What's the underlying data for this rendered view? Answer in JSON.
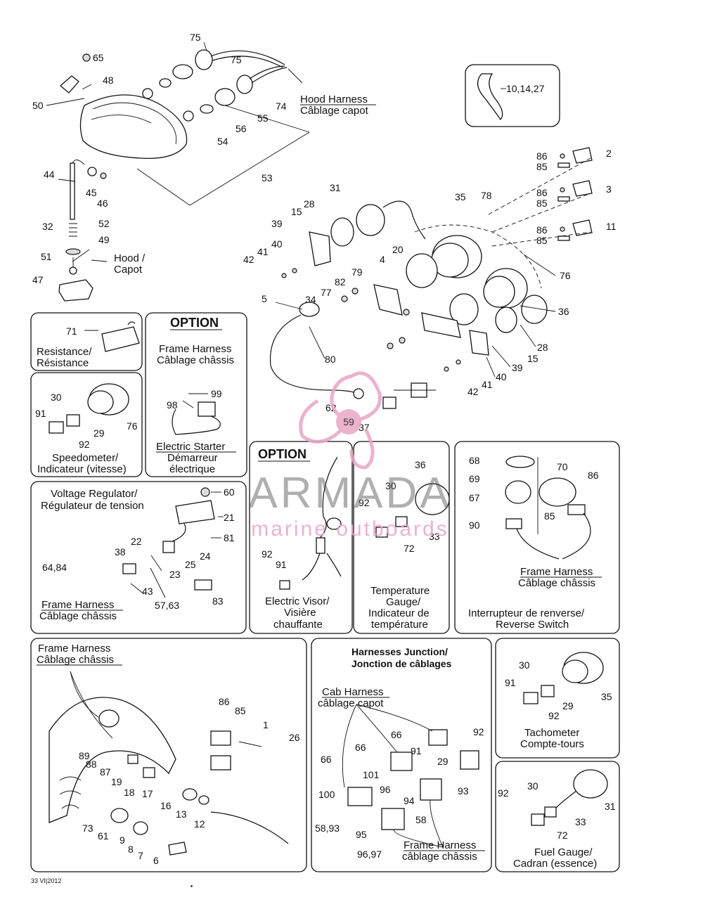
{
  "labels": {
    "hood_harness": "Hood Harness",
    "hood_harness_fr": "Câblage capot",
    "hood": "Hood /",
    "hood_fr": "Capot",
    "resistance": "Resistance/",
    "resistance_fr": "Résistance",
    "option": "OPTION",
    "frame_harness": "Frame Harness",
    "frame_harness_fr": "Câblage châssis",
    "electric_starter": "Electric Starter",
    "electric_starter_fr1": "Démarreur",
    "electric_starter_fr2": "électrique",
    "speedometer": "Speedometer/",
    "speedometer_fr": "Indicateur (vitesse)",
    "voltage_regulator": "Voltage Regulator/",
    "voltage_regulator_fr": "Régulateur de tension",
    "electric_visor": "Electric Visor/",
    "electric_visor_fr1": "Visière",
    "electric_visor_fr2": "chauffante",
    "temperature_gauge1": "Temperature",
    "temperature_gauge2": "Gauge/",
    "temperature_gauge_fr1": "Indicateur de",
    "temperature_gauge_fr2": "température",
    "reverse_switch_fr": "Interrupteur de renverse/",
    "reverse_switch": "Reverse Switch",
    "harnesses_junction": "Harnesses Junction/",
    "harnesses_junction_fr": "Jonction de câblages",
    "cab_harness": "Cab Harness",
    "cab_harness_fr": "câblage capot",
    "frame_harness_fr_lc": "câblage châssis",
    "tachometer": "Tachometer",
    "tachometer_fr": "Compte-tours",
    "fuel_gauge": "Fuel Gauge/",
    "fuel_gauge_fr": "Cadran (essence)",
    "footer_code": "33 VI|2012"
  },
  "watermark": {
    "brand": "ARMADA",
    "tagline": "marine outboards",
    "badge_number": "59",
    "color": "#e8a6c6"
  },
  "part_numbers": {
    "p75a": "75",
    "p65": "65",
    "p48": "48",
    "p50": "50",
    "p75b": "75",
    "p74": "74",
    "p55": "55",
    "p56": "56",
    "p54": "54",
    "p53": "53",
    "p44": "44",
    "p45": "45",
    "p46": "46",
    "p32": "32",
    "p52": "52",
    "p49": "49",
    "p51": "51",
    "p47": "47",
    "p10": "10,14,27",
    "p86a": "86",
    "p2": "2",
    "p85a": "85",
    "p86b": "86",
    "p3": "3",
    "p85b": "85",
    "p86c": "86",
    "p11": "11",
    "p85c": "85",
    "p31": "31",
    "p28a": "28",
    "p15a": "15",
    "p39a": "39",
    "p40a": "40",
    "p41a": "41",
    "p42a": "42",
    "p35": "35",
    "p78": "78",
    "p20": "20",
    "p4": "4",
    "p79": "79",
    "p76": "76",
    "p82": "82",
    "p77": "77",
    "p34": "34",
    "p5": "5",
    "p36": "36",
    "p28b": "28",
    "p15b": "15",
    "p39b": "39",
    "p40b": "40",
    "p41b": "41",
    "p42b": "42",
    "p80": "80",
    "p62": "62",
    "p37": "37",
    "p71": "71",
    "p99": "99",
    "p98": "98",
    "p30s": "30",
    "p91s": "91",
    "p29s": "29",
    "p76s": "76",
    "p92s": "92",
    "p60": "60",
    "p21": "21",
    "p81": "81",
    "p22": "22",
    "p38": "38",
    "p24": "24",
    "p25": "25",
    "p6484": "64,84",
    "p23": "23",
    "p43": "43",
    "p5763": "57,63",
    "p83": "83",
    "p92v": "92",
    "p91v": "91",
    "p36t": "36",
    "p30t": "30",
    "p92t": "92",
    "p33t": "33",
    "p72t": "72",
    "p68": "68",
    "p69": "69",
    "p67": "67",
    "p70": "70",
    "p86r": "86",
    "p85r": "85",
    "p90": "90",
    "p86f": "86",
    "p85f": "85",
    "p1": "1",
    "p26": "26",
    "p89": "89",
    "p88": "88",
    "p87": "87",
    "p19": "19",
    "p18": "18",
    "p17": "17",
    "p16": "16",
    "p13": "13",
    "p12": "12",
    "p73": "73",
    "p61": "61",
    "p9": "9",
    "p8": "8",
    "p7": "7",
    "p6": "6",
    "p66a": "66",
    "p92j": "92",
    "p66b": "66",
    "p91j": "91",
    "p29j": "29",
    "p66c": "66",
    "p101": "101",
    "p96": "96",
    "p93": "93",
    "p100": "100",
    "p94": "94",
    "p58": "58",
    "p5893": "58,93",
    "p95": "95",
    "p9697": "96,97",
    "p30c": "30",
    "p91c": "91",
    "p29c": "29",
    "p35c": "35",
    "p92c": "92",
    "p30g": "30",
    "p92g": "92",
    "p31g": "31",
    "p33g": "33",
    "p72g": "72"
  }
}
